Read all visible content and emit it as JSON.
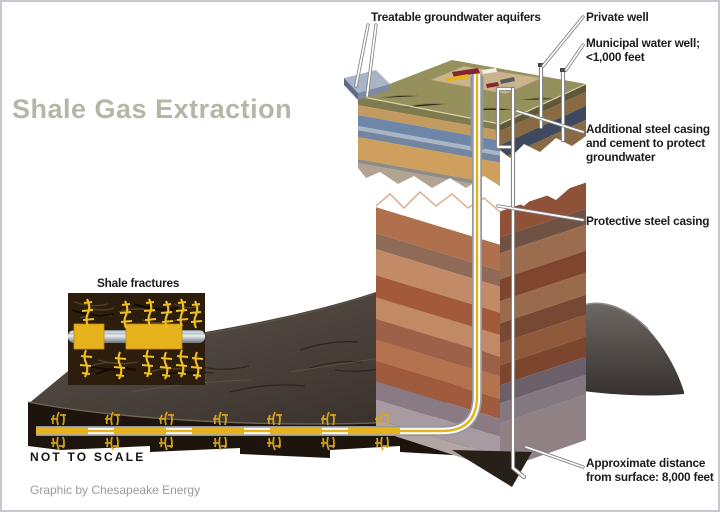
{
  "title": "Shale Gas Extraction",
  "credit": "Graphic by Chesapeake Energy",
  "scale_note": "NOT TO SCALE",
  "labels": {
    "aquifers": "Treatable groundwater aquifers",
    "private_well": "Private well",
    "municipal_well_line1": "Municipal water well;",
    "municipal_well_line2": "<1,000 feet",
    "additional_casing_line1": "Additional steel casing",
    "additional_casing_line2": "and cement to protect",
    "additional_casing_line3": "groundwater",
    "protective_casing": "Protective steel casing",
    "shale_fractures": "Shale fractures",
    "distance_line1": "Approximate distance",
    "distance_line2": "from surface: 8,000 feet"
  },
  "colors": {
    "title": "#b4b7a5",
    "label_text": "#1c1c1c",
    "credit_text": "#9b9b9b",
    "pipe_yellow": "#e6b31d",
    "aquifer_blue": "#6e86a8",
    "shale_dark": "#2c1d0d"
  }
}
